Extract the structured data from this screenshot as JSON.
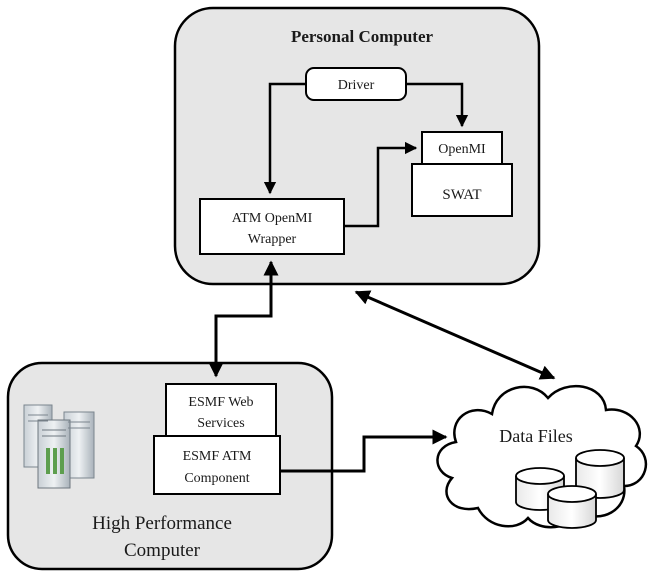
{
  "personal_computer": {
    "title": "Personal Computer",
    "driver": "Driver",
    "openmi": "OpenMI",
    "swat": "SWAT",
    "atm_wrapper_line1": "ATM OpenMI",
    "atm_wrapper_line2": "Wrapper"
  },
  "high_performance_computer": {
    "title_line1": "High Performance",
    "title_line2": "Computer",
    "web_services_line1": "ESMF Web",
    "web_services_line2": "Services",
    "atm_component_line1": "ESMF ATM",
    "atm_component_line2": "Component"
  },
  "data_files": {
    "label": "Data Files"
  },
  "colors": {
    "panel_fill": "#e6e6e6",
    "stroke": "#000000",
    "box_fill": "#ffffff"
  },
  "icons": [
    "server-rack-icon",
    "database-icon",
    "cloud-icon"
  ]
}
